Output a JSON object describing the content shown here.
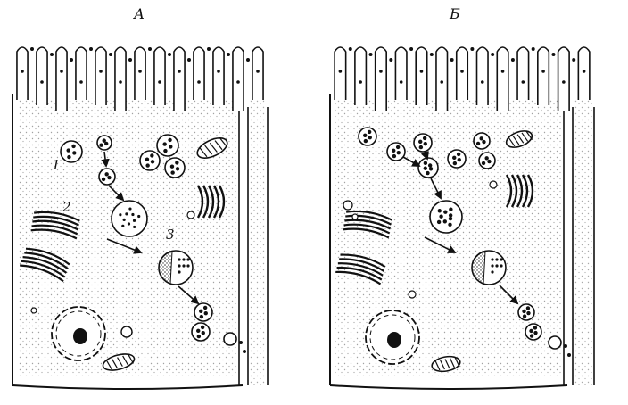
{
  "panels": [
    {
      "label": "А"
    },
    {
      "label": "Б"
    }
  ],
  "numbers": [
    "1",
    "2",
    "3"
  ],
  "colors": {
    "ink": "#111111",
    "stipple": "#555555",
    "background": "#ffffff"
  }
}
